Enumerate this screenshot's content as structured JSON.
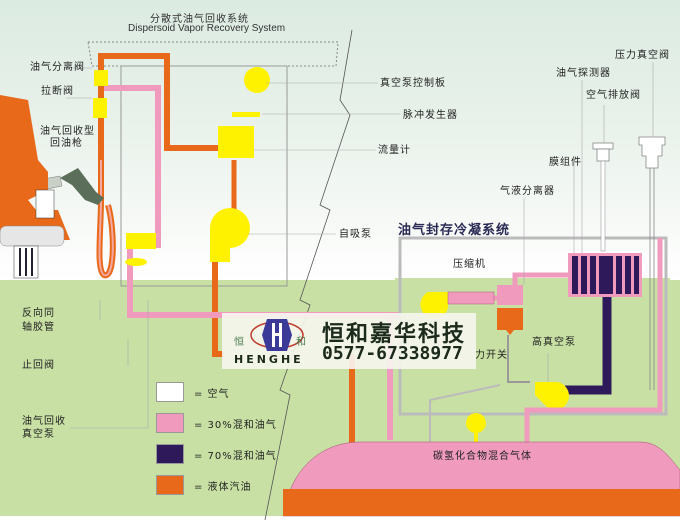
{
  "title": {
    "cn": "分散式油气回收系统",
    "en": "Dispersoid Vapor Recovery System"
  },
  "left_labels": {
    "separator_valve": "油气分离阀",
    "breakaway_valve": "拉断阀",
    "nozzle_line1": "油气回收型",
    "nozzle_line2": "回油枪",
    "coaxial_hose_line1": "反向同",
    "coaxial_hose_line2": "轴胶管",
    "check_valve": "止回阀",
    "vacuum_pump_line1": "油气回收",
    "vacuum_pump_line2": "真空泵"
  },
  "center_labels": {
    "pump_control_board": "真空泵控制板",
    "pulse_generator": "脉冲发生器",
    "flow_meter": "流量计",
    "self_priming_pump": "自吸泵"
  },
  "right_labels": {
    "pressure_vacuum_valve": "压力真空阀",
    "vapor_detector": "油气探测器",
    "air_vent_valve": "空气排放阀",
    "membrane_module": "膜组件",
    "gas_liquid_separator": "气液分离器",
    "compressor": "压缩机",
    "high_vacuum_pump": "高真空泵",
    "switch_partial": "力开关",
    "tank_gas": "碳氢化合物混合气体"
  },
  "condensation_system_title": "油气封存冷凝系统",
  "legend": [
    {
      "label": "= 空气",
      "color": "#ffffff"
    },
    {
      "label": "= 30%混和油气",
      "color": "#f09abd"
    },
    {
      "label": "= 70%混和油气",
      "color": "#2e1a5a"
    },
    {
      "label": "= 液体汽油",
      "color": "#e8691a"
    }
  ],
  "brand": {
    "name_cn": "恒和嘉华科技",
    "phone": "0577-67338977",
    "name_en": "HENGHE",
    "logo_char_left": "恒",
    "logo_char_right": "和"
  },
  "colors": {
    "air": "#ffffff",
    "mix30": "#f09abd",
    "mix70": "#2e1a5a",
    "gasoline": "#e8691a",
    "component": "#fff200",
    "ground": "#c8e0a4",
    "nozzle": "#5a6e5a"
  }
}
